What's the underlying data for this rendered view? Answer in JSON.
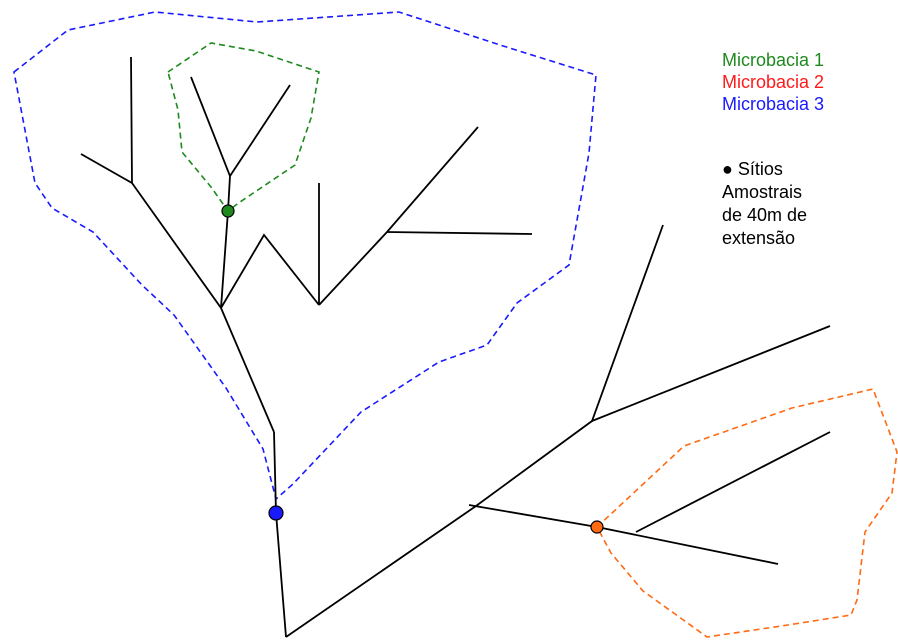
{
  "legend": {
    "items": [
      {
        "label": "Microbacia 1",
        "color": "#1e8a1e"
      },
      {
        "label": "Microbacia 2",
        "color": "#ff1a1a"
      },
      {
        "label": "Microbacia 3",
        "color": "#1a1aff"
      }
    ]
  },
  "note": {
    "bullet": "●",
    "lines": [
      "Sítios",
      "Amostrais",
      "de 40m de",
      "extensão"
    ]
  },
  "colors": {
    "stream": "#000000",
    "basin_1": "#1e8a1e",
    "basin_2": "#ff6a13",
    "basin_3": "#1a1aff",
    "site_1": "#1e8a1e",
    "site_2": "#ff6a13",
    "site_3": "#1a1aff"
  }
}
